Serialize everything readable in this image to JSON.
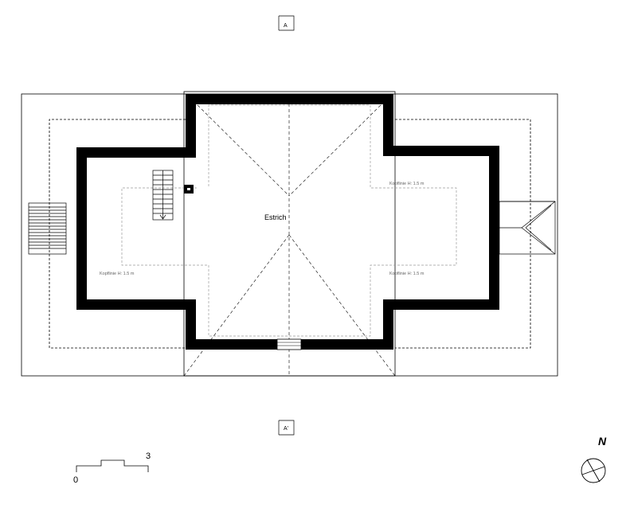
{
  "plan": {
    "room_label": "Estrich",
    "head_height_labels": [
      "Kopflinie H: 1.5 m",
      "Kopflinie H: 1.5 m",
      "Kopflinie H: 1.5 m"
    ],
    "section_marker_top": "A",
    "section_marker_bottom": "A'",
    "north_label": "N",
    "north_icon": "compass-circle-icon"
  },
  "scale_bar": {
    "start_label": "0",
    "end_label": "3"
  }
}
